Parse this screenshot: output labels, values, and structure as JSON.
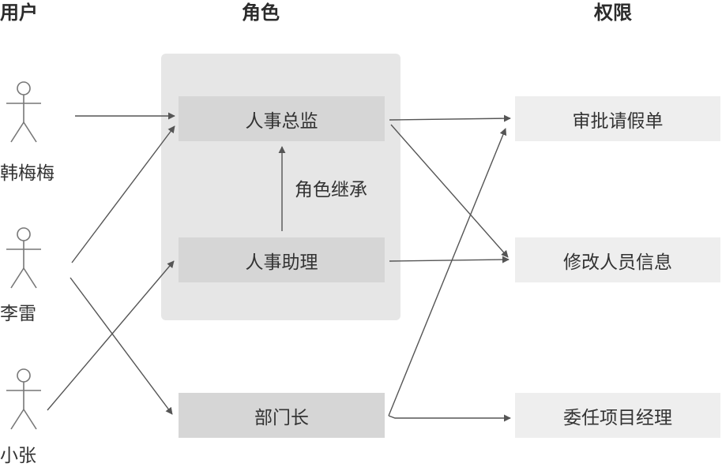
{
  "headers": {
    "users": "用户",
    "roles": "角色",
    "permissions": "权限"
  },
  "users": [
    {
      "id": "hanmeimei",
      "label": "韩梅梅"
    },
    {
      "id": "lilei",
      "label": "李雷"
    },
    {
      "id": "xiaozhang",
      "label": "小张"
    }
  ],
  "roles": [
    {
      "id": "hr-director",
      "label": "人事总监"
    },
    {
      "id": "hr-assistant",
      "label": "人事助理"
    },
    {
      "id": "dept-head",
      "label": "部门长"
    }
  ],
  "permissions": [
    {
      "id": "approve-leave",
      "label": "审批请假单"
    },
    {
      "id": "edit-personnel",
      "label": "修改人员信息"
    },
    {
      "id": "delegate-pm",
      "label": "委任项目经理"
    }
  ],
  "inheritance": {
    "label": "角色继承",
    "from": "hr-assistant",
    "to": "hr-director"
  },
  "user_role_links": [
    {
      "from": "hanmeimei",
      "to": "hr-director"
    },
    {
      "from": "lilei",
      "to": "hr-director"
    },
    {
      "from": "lilei",
      "to": "dept-head"
    },
    {
      "from": "xiaozhang",
      "to": "hr-assistant"
    }
  ],
  "role_permission_links": [
    {
      "from": "hr-director",
      "to": "approve-leave"
    },
    {
      "from": "hr-director",
      "to": "edit-personnel"
    },
    {
      "from": "hr-assistant",
      "to": "edit-personnel"
    },
    {
      "from": "dept-head",
      "to": "approve-leave"
    },
    {
      "from": "dept-head",
      "to": "delegate-pm"
    }
  ],
  "colors": {
    "line": "#555555",
    "role_group_bg": "#e6e6e6",
    "role_box_bg": "#d6d6d6",
    "perm_box_bg": "#eeeeee"
  }
}
